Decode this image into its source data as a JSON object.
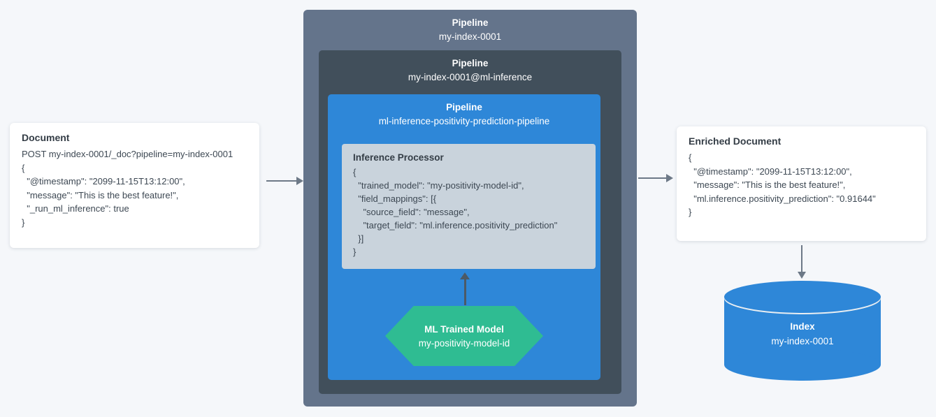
{
  "colors": {
    "bg": "#f5f7fa",
    "outer_box": "#64748b",
    "inner_box": "#414f5b",
    "blue_box": "#2e87d8",
    "processor_card": "#c9d3dc",
    "hexagon": "#2fbc92",
    "cylinder": "#2e87d8",
    "cylinder_rim": "#e9eef2",
    "arrow": "#6d7987",
    "arrow_dark": "#4c5a66",
    "card_text": "#3d4853",
    "title_text": "#343d46"
  },
  "document_card": {
    "title": "Document",
    "lines": [
      "POST my-index-0001/_doc?pipeline=my-index-0001",
      "{",
      "  \"@timestamp\": \"2099-11-15T13:12:00\",",
      "  \"message\": \"This is the best feature!\",",
      "  \"_run_ml_inference\": true",
      "}"
    ]
  },
  "outer_pipeline": {
    "title": "Pipeline",
    "subtitle": "my-index-0001"
  },
  "inner_pipeline": {
    "title": "Pipeline",
    "subtitle": "my-index-0001@ml-inference"
  },
  "blue_pipeline": {
    "title": "Pipeline",
    "subtitle": "ml-inference-positivity-prediction-pipeline"
  },
  "inference_processor": {
    "title": "Inference Processor",
    "lines": [
      "{",
      "  \"trained_model\": \"my-positivity-model-id\",",
      "  \"field_mappings\": [{",
      "    \"source_field\": \"message\",",
      "    \"target_field\": \"ml.inference.positivity_prediction\"",
      "  }]",
      "}"
    ]
  },
  "ml_model": {
    "title": "ML Trained Model",
    "subtitle": "my-positivity-model-id"
  },
  "enriched_card": {
    "title": "Enriched Document",
    "lines": [
      "{",
      "  \"@timestamp\": \"2099-11-15T13:12:00\",",
      "  \"message\": \"This is the best feature!\",",
      "  \"ml.inference.positivity_prediction\": \"0.91644\"",
      "}"
    ]
  },
  "index": {
    "title": "Index",
    "subtitle": "my-index-0001"
  }
}
